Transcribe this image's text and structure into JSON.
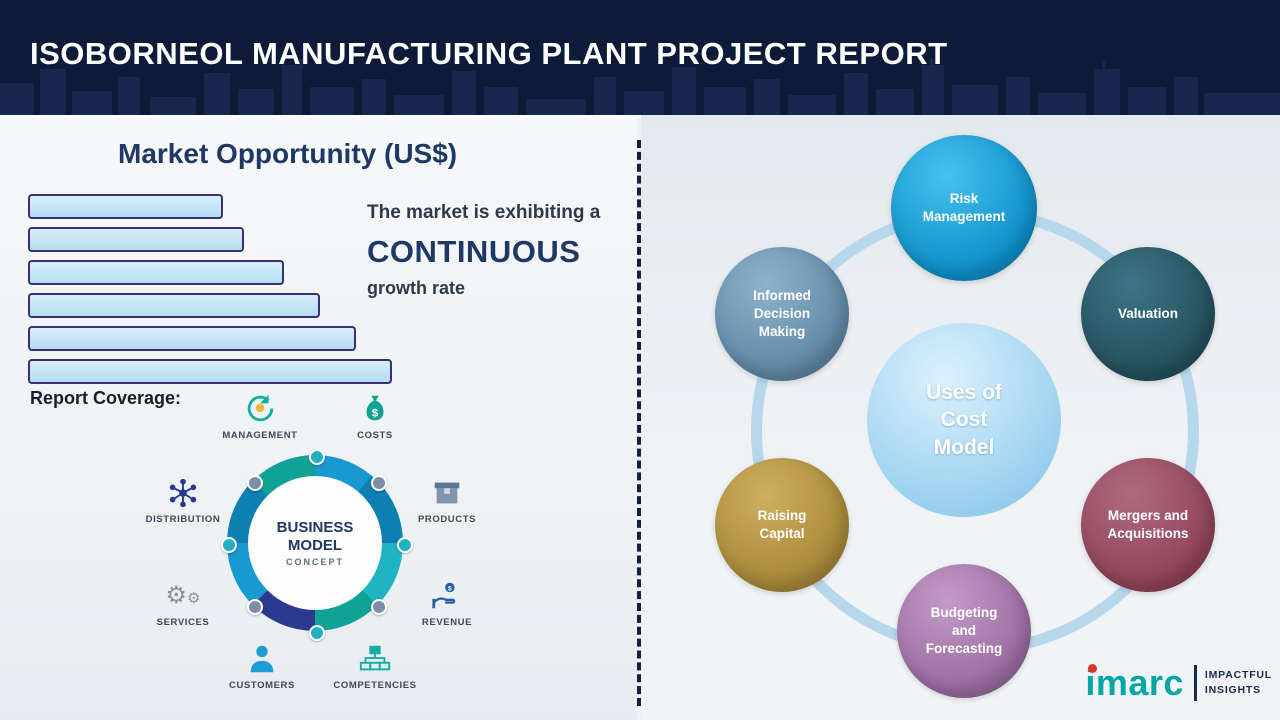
{
  "header": {
    "title": "ISOBORNEOL MANUFACTURING PLANT PROJECT REPORT"
  },
  "left": {
    "chart_title": "Market Opportunity (US$)",
    "growth_line1": "The market is exhibiting a",
    "growth_line2": "CONTINUOUS",
    "growth_line3": "growth rate",
    "report_coverage_label": "Report Coverage:",
    "business_model": {
      "center_line1": "BUSINESS",
      "center_line2": "MODEL",
      "center_line3": "CONCEPT",
      "items": [
        {
          "label": "MANAGEMENT"
        },
        {
          "label": "COSTS"
        },
        {
          "label": "DISTRIBUTION"
        },
        {
          "label": "PRODUCTS"
        },
        {
          "label": "SERVICES"
        },
        {
          "label": "REVENUE"
        },
        {
          "label": "CUSTOMERS"
        },
        {
          "label": "COMPETENCIES"
        }
      ]
    }
  },
  "chart_data": {
    "type": "bar",
    "orientation": "horizontal",
    "title": "Market Opportunity (US$)",
    "categories": [
      "",
      "",
      "",
      "",
      "",
      ""
    ],
    "values": [
      53,
      59,
      70,
      80,
      90,
      100
    ],
    "value_note": "unlabeled bars; lengths increase steadily to show continuous growth",
    "bar_fill": "#b5ddf1",
    "bar_border": "#3b2f77",
    "legend": "none",
    "grid": "off"
  },
  "right": {
    "hub_label": "Uses of Cost Model",
    "nodes": [
      {
        "label": "Risk Management",
        "color": "#0f8fc9",
        "color_light": "#45c2ef"
      },
      {
        "label": "Valuation",
        "color": "#24505c",
        "color_light": "#3d7484"
      },
      {
        "label": "Mergers and Acquisitions",
        "color": "#8f4359",
        "color_light": "#b06a80"
      },
      {
        "label": "Budgeting and Forecasting",
        "color": "#9a6ba0",
        "color_light": "#c39bc8"
      },
      {
        "label": "Raising Capital",
        "color": "#a8883a",
        "color_light": "#cdb05e"
      },
      {
        "label": "Informed Decision Making",
        "color": "#5f87a5",
        "color_light": "#8fb3cc"
      }
    ]
  },
  "footer": {
    "logo_text": "imarc",
    "tagline_line1": "IMPACTFUL",
    "tagline_line2": "INSIGHTS"
  }
}
